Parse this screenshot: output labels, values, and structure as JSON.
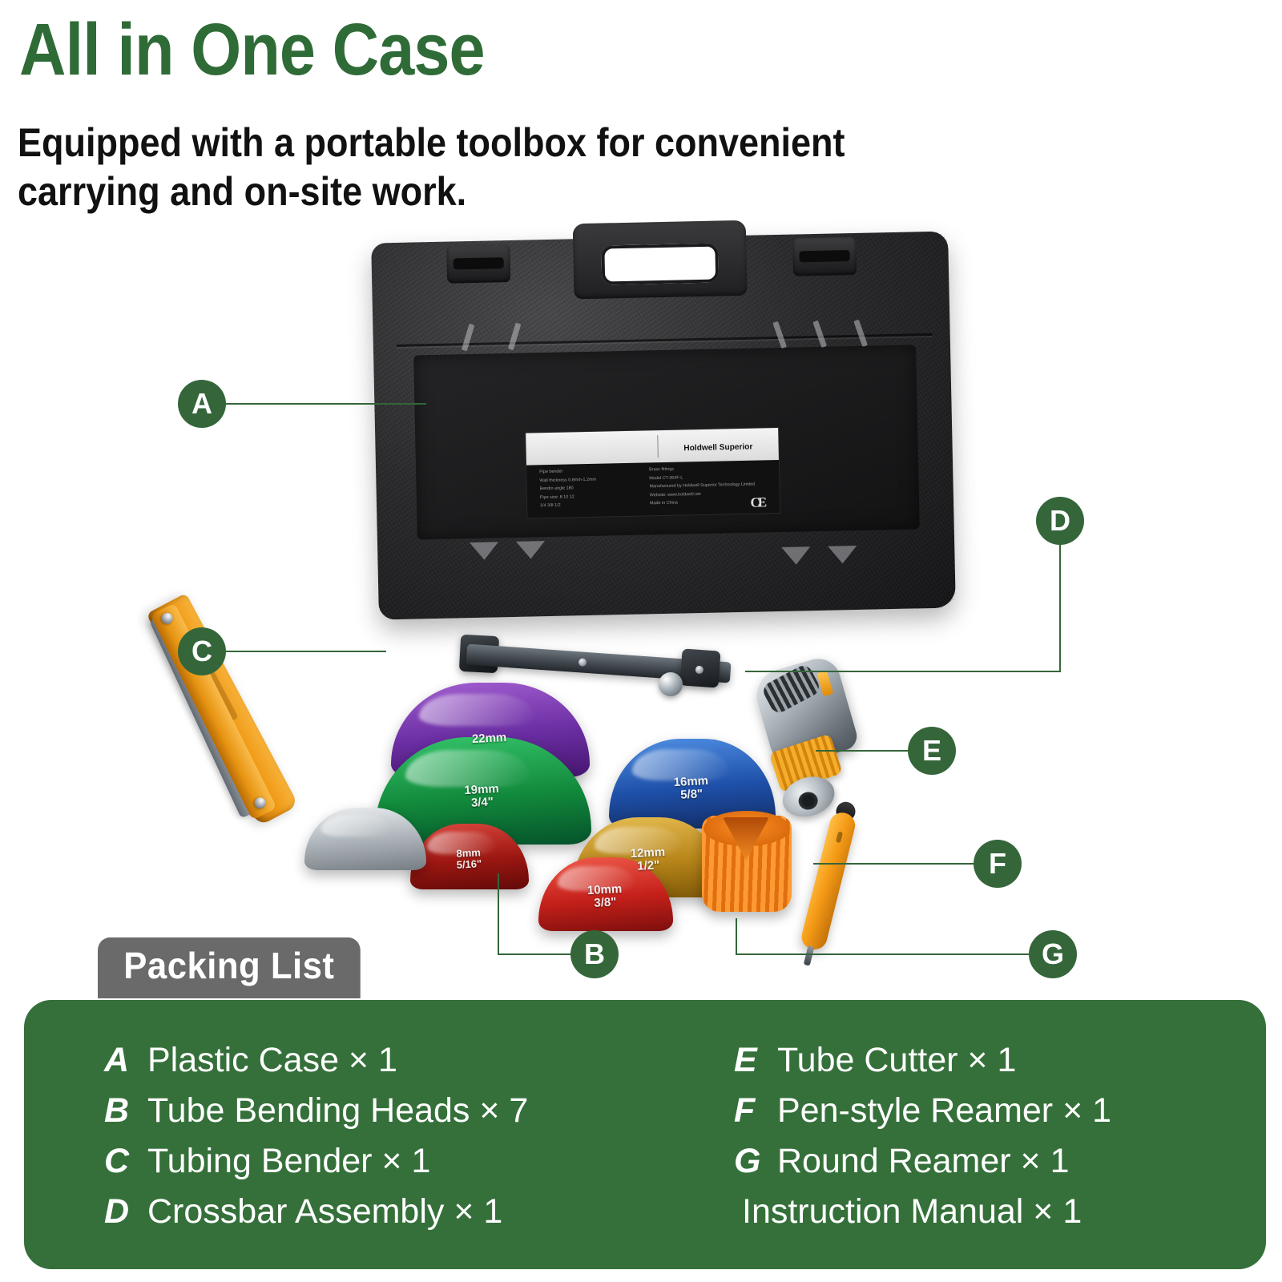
{
  "header": {
    "title": "All in One Case",
    "subtitle": "Equipped with a portable toolbox for convenient carrying and on-site work."
  },
  "colors": {
    "brand_green": "#34663a",
    "panel_green": "#35703a",
    "tab_gray": "#6a6a6a",
    "title_green": "#2f6b37"
  },
  "callouts": [
    {
      "id": "A",
      "label": "A",
      "target": "plastic-case"
    },
    {
      "id": "B",
      "label": "B",
      "target": "tube-bending-heads"
    },
    {
      "id": "C",
      "label": "C",
      "target": "tubing-bender"
    },
    {
      "id": "D",
      "label": "D",
      "target": "crossbar-assembly"
    },
    {
      "id": "E",
      "label": "E",
      "target": "tube-cutter"
    },
    {
      "id": "F",
      "label": "F",
      "target": "pen-style-reamer"
    },
    {
      "id": "G",
      "label": "G",
      "target": "round-reamer"
    }
  ],
  "case_label": {
    "brand": "Holdwell Superior",
    "left_lines": [
      "Pipe bender",
      "Wall thickness 0.8mm-1.2mm",
      "Bendin angle 180",
      "Pipe size: 8 10 12",
      "1/4  3/8  1/2"
    ],
    "right_lines": [
      "Brass fittings",
      "Model CT-364F-L",
      "Manufactured by Holdwell Superior Technology Limited",
      "Website: www.holdwell.net",
      "Made in China"
    ],
    "ce_mark": "CE"
  },
  "bending_heads": [
    {
      "name": "head-22mm",
      "size": "22mm",
      "inch": "",
      "color": "purple"
    },
    {
      "name": "head-19mm",
      "size": "19mm",
      "inch": "3/4\"",
      "color": "green"
    },
    {
      "name": "head-16mm",
      "size": "16mm",
      "inch": "5/8\"",
      "color": "blue"
    },
    {
      "name": "head-12mm",
      "size": "12mm",
      "inch": "1/2\"",
      "color": "gold"
    },
    {
      "name": "head-10mm",
      "size": "10mm",
      "inch": "3/8\"",
      "color": "red"
    },
    {
      "name": "head-8mm",
      "size": "8mm",
      "inch": "5/16\"",
      "color": "darkred"
    },
    {
      "name": "head-silver",
      "size": "",
      "inch": "",
      "color": "silver"
    }
  ],
  "packing_list": {
    "tab_title": "Packing List",
    "column_left": [
      {
        "key": "A",
        "text": "Plastic Case × 1"
      },
      {
        "key": "B",
        "text": "Tube Bending Heads × 7"
      },
      {
        "key": "C",
        "text": "Tubing Bender × 1"
      },
      {
        "key": "D",
        "text": "Crossbar Assembly × 1"
      }
    ],
    "column_right": [
      {
        "key": "E",
        "text": "Tube Cutter × 1"
      },
      {
        "key": "F",
        "text": "Pen-style Reamer × 1"
      },
      {
        "key": "G",
        "text": "Round Reamer × 1"
      },
      {
        "key": "",
        "text": "Instruction Manual × 1"
      }
    ]
  }
}
